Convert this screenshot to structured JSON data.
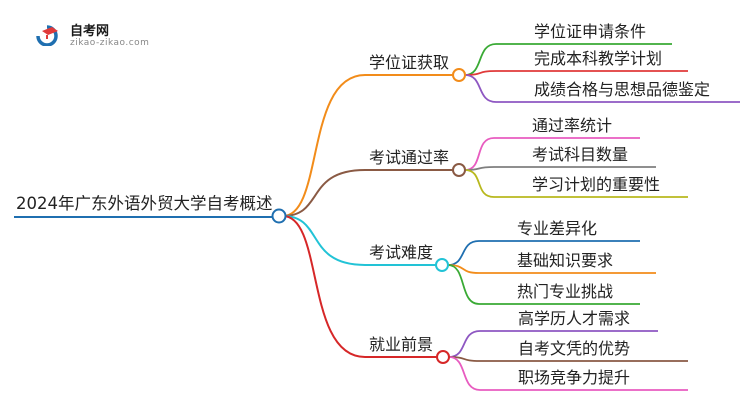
{
  "logo": {
    "title": "自考网",
    "subtitle": "zikao-zikao.com"
  },
  "mindmap": {
    "root": "2024年广东外语外贸大学自考概述",
    "branches": [
      {
        "label": "学位证获取",
        "color": "#f28c1a",
        "children": [
          {
            "label": "学位证申请条件",
            "color": "#3aaa35"
          },
          {
            "label": "完成本科教学计划",
            "color": "#e03a3a"
          },
          {
            "label": "成绩合格与思想品德鉴定",
            "color": "#8e57c2"
          }
        ]
      },
      {
        "label": "考试通过率",
        "color": "#8a5a44",
        "children": [
          {
            "label": "通过率统计",
            "color": "#e85cc0"
          },
          {
            "label": "考试科目数量",
            "color": "#7f7f7f"
          },
          {
            "label": "学习计划的重要性",
            "color": "#b8b81e"
          }
        ]
      },
      {
        "label": "考试难度",
        "color": "#22c3d6",
        "children": [
          {
            "label": "专业差异化",
            "color": "#1f6fb0"
          },
          {
            "label": "基础知识要求",
            "color": "#f28c1a"
          },
          {
            "label": "热门专业挑战",
            "color": "#3aaa35"
          }
        ]
      },
      {
        "label": "就业前景",
        "color": "#d62728",
        "children": [
          {
            "label": "高学历人才需求",
            "color": "#8e57c2"
          },
          {
            "label": "自考文凭的优势",
            "color": "#8a5a44"
          },
          {
            "label": "职场竞争力提升",
            "color": "#e85cc0"
          }
        ]
      }
    ]
  }
}
